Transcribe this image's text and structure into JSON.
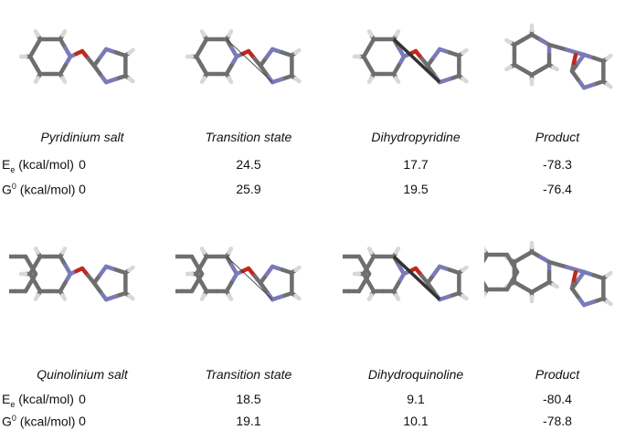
{
  "panels": [
    {
      "species": [
        "Pyridinium salt",
        "Transition state",
        "Dihydropyridine",
        "Product"
      ],
      "rows": [
        {
          "symbol": "E",
          "sub": "e",
          "sup": "",
          "unit": "(kcal/mol)",
          "values": [
            "0",
            "24.5",
            "17.7",
            "-78.3"
          ]
        },
        {
          "symbol": "G",
          "sub": "",
          "sup": "0",
          "unit": "(kcal/mol)",
          "values": [
            "0",
            "25.9",
            "19.5",
            "-76.4"
          ]
        }
      ]
    },
    {
      "species": [
        "Quinolinium salt",
        "Transition state",
        "Dihydroquinoline",
        "Product"
      ],
      "rows": [
        {
          "symbol": "E",
          "sub": "e",
          "sup": "",
          "unit": "(kcal/mol)",
          "values": [
            "0",
            "18.5",
            "9.1",
            "-80.4"
          ]
        },
        {
          "symbol": "G",
          "sub": "",
          "sup": "0",
          "unit": "(kcal/mol)",
          "values": [
            "0",
            "19.1",
            "10.1",
            "-78.8"
          ]
        }
      ]
    }
  ],
  "colors": {
    "carbon": "#6e6e6e",
    "nitrogen": "#7a7ab8",
    "oxygen": "#c0281e",
    "hydrogen": "#d8d8d8"
  }
}
